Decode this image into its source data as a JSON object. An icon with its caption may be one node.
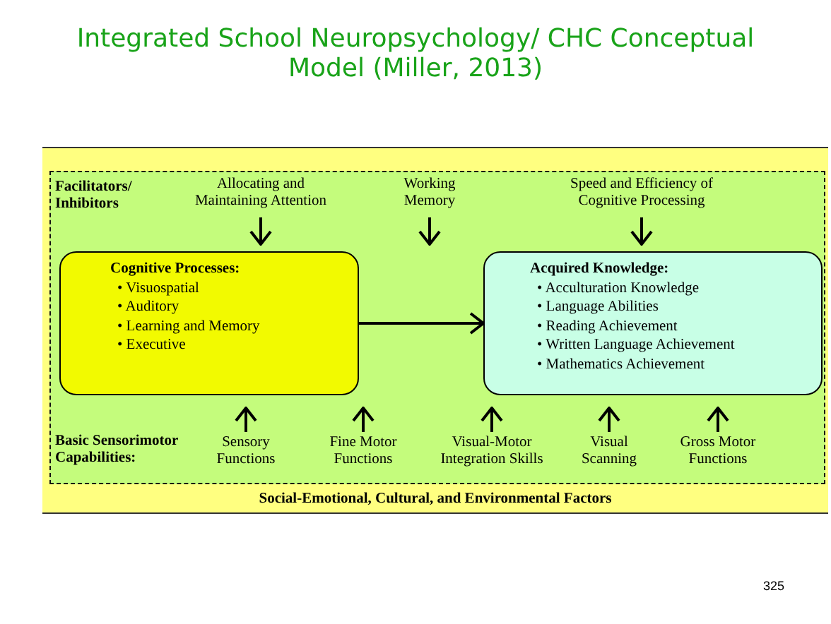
{
  "diagram": {
    "title": "Integrated School Neuropsychology/ CHC Conceptual Model (Miller, 2013)",
    "nodes": [
      {
        "text": [
          "Social-Emotional, Cultural, and Environmental Factors"
        ]
      },
      {
        "text": [
          "Facilitators/ Inhibitors",
          "Basic Sensorimotor Capabilities:"
        ],
        "in": 0
      },
      {
        "text": [
          "Allocating and Maintaining Attention"
        ],
        "in": 1
      },
      {
        "text": [
          "Working Memory"
        ],
        "in": 1
      },
      {
        "text": [
          "Speed and Efficiency of Cognitive Processing"
        ],
        "in": 1
      },
      {
        "text": [
          "Cognitive Processes:",
          "• Visuospatial",
          "• Auditory",
          "• Learning and Memory",
          "• Executive"
        ],
        "in": 1
      },
      {
        "text": [
          "Acquired Knowledge:",
          "• Acculturation Knowledge",
          "• Language Abilities",
          "• Reading Achievement",
          "• Written Language Achievement",
          "• Mathematics Achievement"
        ],
        "in": 1
      },
      {
        "text": [
          "Sensory Functions"
        ],
        "in": 1
      },
      {
        "text": [
          "Fine Motor Functions"
        ],
        "in": 1
      },
      {
        "text": [
          "Visual-Motor Integration Skills"
        ],
        "in": 1
      },
      {
        "text": [
          "Visual Scanning"
        ],
        "in": 1
      },
      {
        "text": [
          "Gross Motor Functions"
        ],
        "in": 1
      }
    ],
    "edges": [
      {
        "from": 2,
        "to": null,
        "arrow": "to"
      },
      {
        "from": 3,
        "to": null,
        "arrow": "to"
      },
      {
        "from": 4,
        "to": null,
        "arrow": "to"
      },
      {
        "from": 5,
        "to": 6,
        "arrow": "to"
      },
      {
        "from": 7,
        "to": null,
        "arrow": "to"
      },
      {
        "from": 8,
        "to": null,
        "arrow": "to"
      },
      {
        "from": 9,
        "to": null,
        "arrow": "to"
      },
      {
        "from": 10,
        "to": null,
        "arrow": "to"
      },
      {
        "from": 11,
        "to": null,
        "arrow": "to"
      }
    ],
    "labels": [
      "325"
    ]
  }
}
